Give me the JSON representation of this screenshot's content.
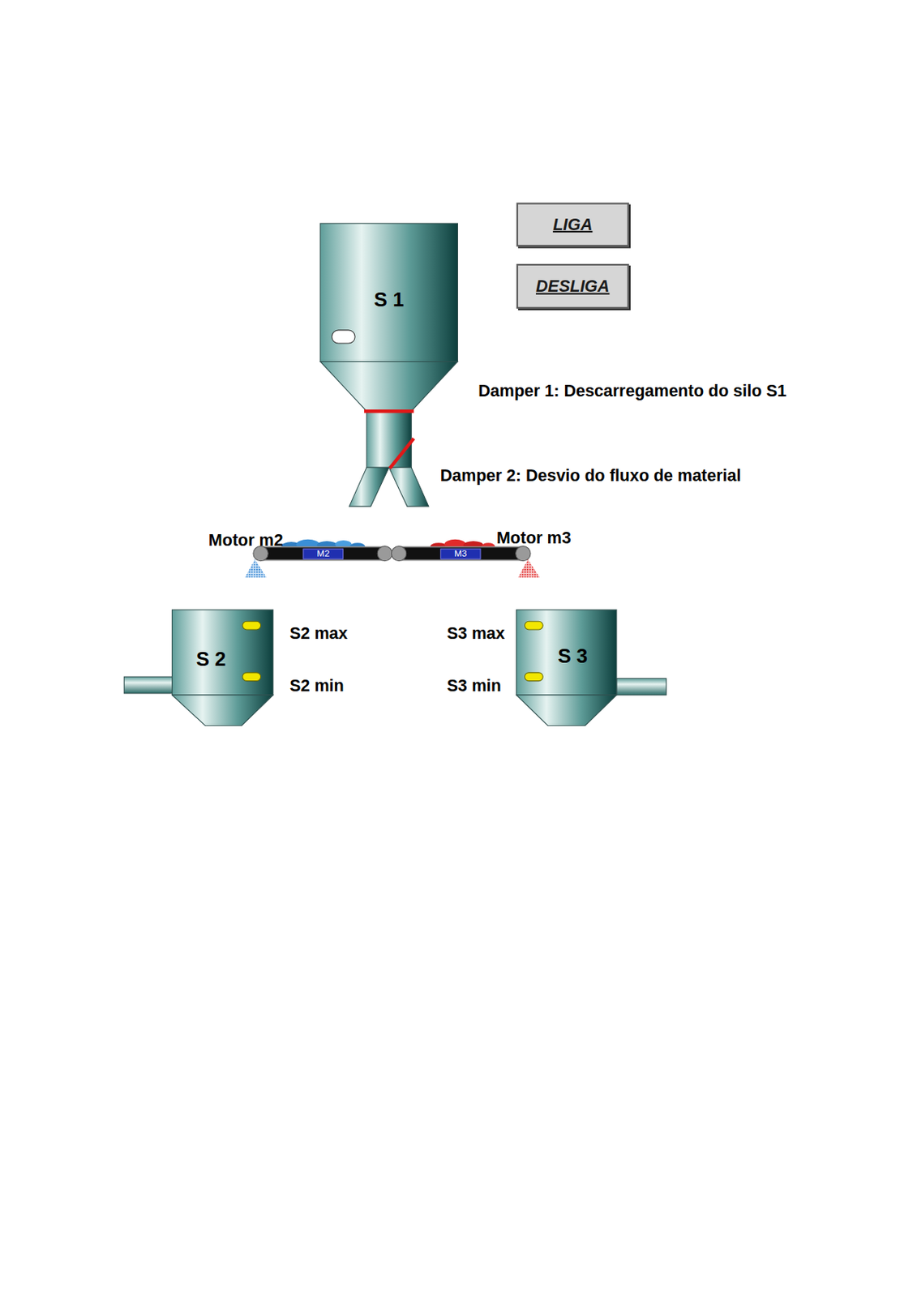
{
  "diagram": {
    "nodes": [
      {
        "text": [
          "S 1"
        ]
      },
      {
        "text": [
          "LIGA"
        ]
      },
      {
        "text": [
          "DESLIGA"
        ]
      },
      {
        "text": [
          "M2"
        ]
      },
      {
        "text": [
          "M3"
        ]
      },
      {
        "text": [
          "S 2"
        ]
      },
      {
        "text": [
          "S 3"
        ]
      }
    ],
    "labels": [
      "Damper 1: Descarregamento do silo S1",
      "Damper 2: Desvio do fluxo de material",
      "Motor m2",
      "Motor m3",
      "S2 max",
      "S2 min",
      "S3 max",
      "S3 min"
    ]
  }
}
